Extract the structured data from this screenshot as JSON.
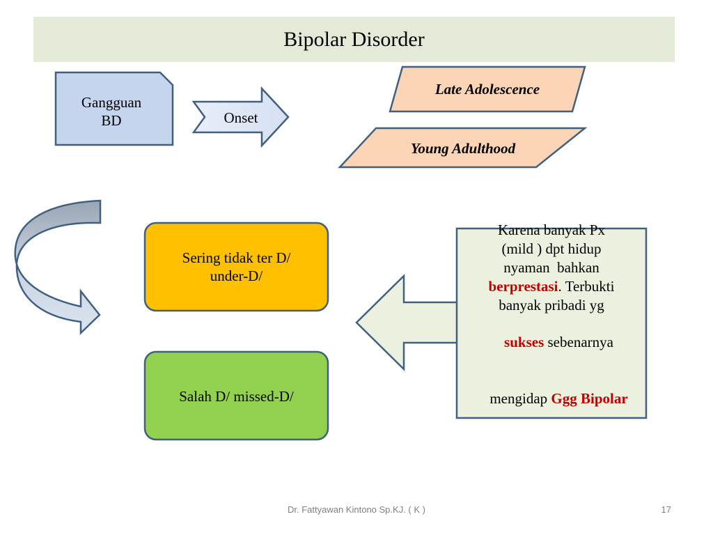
{
  "slide": {
    "title": "Bipolar Disorder",
    "footer_author": "Dr. Fattyawan Kintono Sp.KJ. ( K )",
    "page_number": "17"
  },
  "nodes": {
    "gangguan": {
      "line1": "Gangguan",
      "line2": "BD"
    },
    "onset": "Onset",
    "late_adolescence": "Late Adolescence",
    "young_adulthood": "Young Adulthood",
    "sering": {
      "line1": "Sering tidak ter D/",
      "line2": "under-D/"
    },
    "salah": "Salah D/ missed-D/",
    "karena": {
      "l1": "Karena banyak Px",
      "l2": "(mild ) dpt hidup",
      "l3": "nyaman  bahkan",
      "l4_red": "berprestasi",
      "l4_rest": ". Terbukti",
      "l5": "banyak pribadi yg",
      "l6_red": "sukses",
      "l6_rest": " sebenarnya",
      "l7_pre": "mengidap ",
      "l7_red": "Ggg Bipolar"
    }
  },
  "colors": {
    "title_bg": "#e3ebd8",
    "blue_box": "#c5d5ee",
    "peach": "#fbd5b5",
    "orange": "#ffc000",
    "green": "#92d050",
    "note_bg": "#ebf1de",
    "outline": "#41607f",
    "emphasis_red": "#c00000"
  }
}
